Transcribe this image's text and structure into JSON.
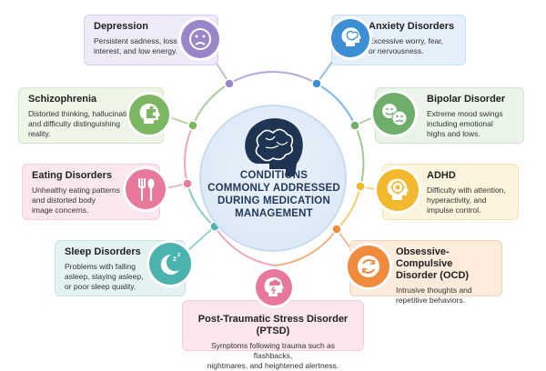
{
  "center": {
    "lines": [
      "CONDITIONS",
      "COMMONLY ADDRESSED",
      "DURING MEDICATION",
      "MANAGEMENT"
    ],
    "icon": "brain-head-icon"
  },
  "conditions": [
    {
      "title": "Depression",
      "desc_lines": [
        "Persistent sadness, loss of",
        "interest, and low energy."
      ],
      "icon": "sad-face-icon",
      "color": "#9b85c9",
      "bg": "#efeaf7"
    },
    {
      "title": "Anxiety Disorders",
      "desc_lines": [
        "Excessive worry, fear,",
        "or nervousness."
      ],
      "icon": "anxious-brain-head-icon",
      "color": "#3c8fd4",
      "bg": "#e6f0fa"
    },
    {
      "title": "Schizophrenia",
      "desc_lines": [
        "Distorted thinking, hallucinations,",
        "and difficulty distinguishing",
        "reality."
      ],
      "icon": "puzzle-head-icon",
      "color": "#7bb661",
      "bg": "#edf5e7"
    },
    {
      "title": "Bipolar Disorder",
      "desc_lines": [
        "Extreme mood swings",
        "including emotional",
        "highs and lows."
      ],
      "icon": "happy-sad-faces-icon",
      "color": "#6fae6a",
      "bg": "#eaf4e8"
    },
    {
      "title": "Eating Disorders",
      "desc_lines": [
        "Unhealthy eating patterns",
        "and distorted body",
        "image concerns."
      ],
      "icon": "fork-spoon-icon",
      "color": "#e9799a",
      "bg": "#fbe8ee"
    },
    {
      "title": "ADHD",
      "desc_lines": [
        "Difficulty with attention,",
        "hyperactivity, and",
        "impulse control."
      ],
      "icon": "target-head-icon",
      "color": "#f2b92e",
      "bg": "#fdf4dd"
    },
    {
      "title": "Sleep Disorders",
      "desc_lines": [
        "Problems with falling",
        "asleep, staying asleep,",
        "or poor sleep quality."
      ],
      "icon": "moon-zz-icon",
      "color": "#4bb3ad",
      "bg": "#e4f3f2"
    },
    {
      "title": "Obsessive-Compulsive",
      "title2": "Disorder (OCD)",
      "desc_lines": [
        "Intrusive thoughts and",
        "repetitive behaviors."
      ],
      "icon": "circular-arrows-head-icon",
      "color": "#f08a3c",
      "bg": "#fdebdc"
    },
    {
      "title": "Post-Traumatic Stress Disorder (PTSD)",
      "desc_lines": [
        "Symptoms following trauma such as flashbacks,",
        "nightmares, and heightened alertness."
      ],
      "icon": "storm-head-icon",
      "color": "#e8779c",
      "bg": "#fbe6ee"
    }
  ]
}
